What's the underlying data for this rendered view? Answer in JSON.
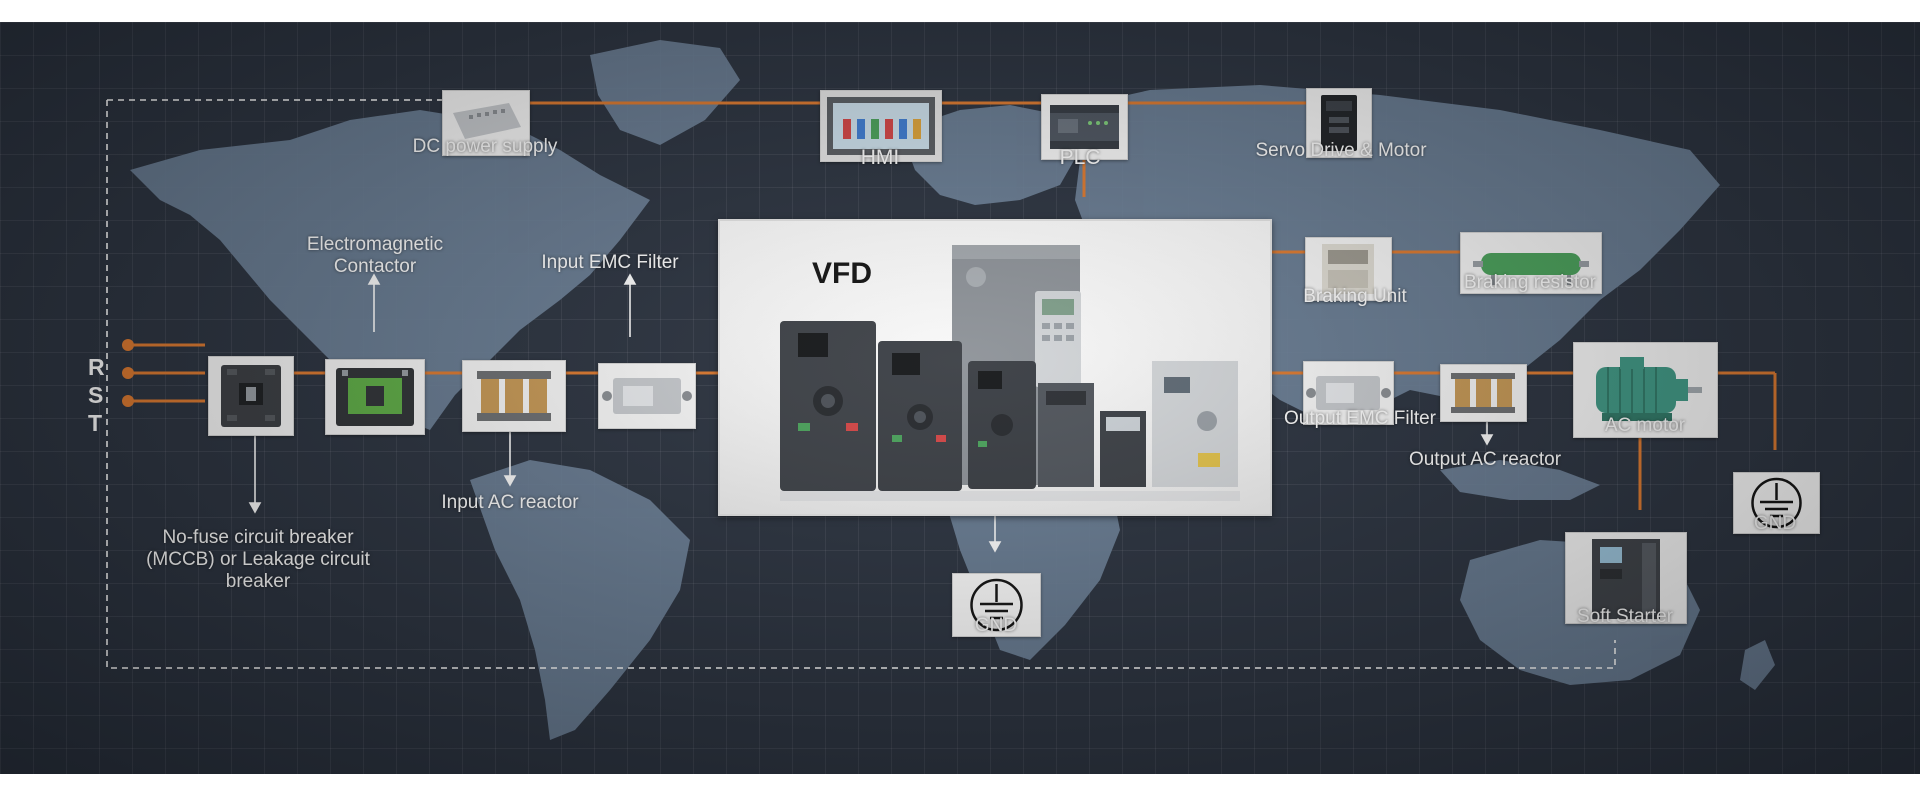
{
  "diagram": {
    "phases": [
      "R",
      "S",
      "T"
    ],
    "vfd_label": "VFD",
    "components": {
      "dc_power_supply": "DC power supply",
      "hmi": "HMI",
      "plc": "PLC",
      "servo": "Servo Drive & Motor",
      "contactor": "Electromagnetic Contactor",
      "input_emc": "Input EMC Filter",
      "input_reactor": "Input AC reactor",
      "mccb": "No-fuse circuit breaker (MCCB) or Leakage circuit breaker",
      "braking_unit": "Braking Unit",
      "braking_resistor": "Braking resistor",
      "output_emc": "Output EMC Filter",
      "output_reactor": "Output AC reactor",
      "ac_motor": "AC motor",
      "soft_starter": "Soft Starter",
      "gnd_center": "GND",
      "gnd_right": "GND"
    }
  },
  "colors": {
    "background": "#2a323f",
    "map": "#6f849c",
    "wire": "#e07a2e",
    "text": "#ffffff"
  }
}
